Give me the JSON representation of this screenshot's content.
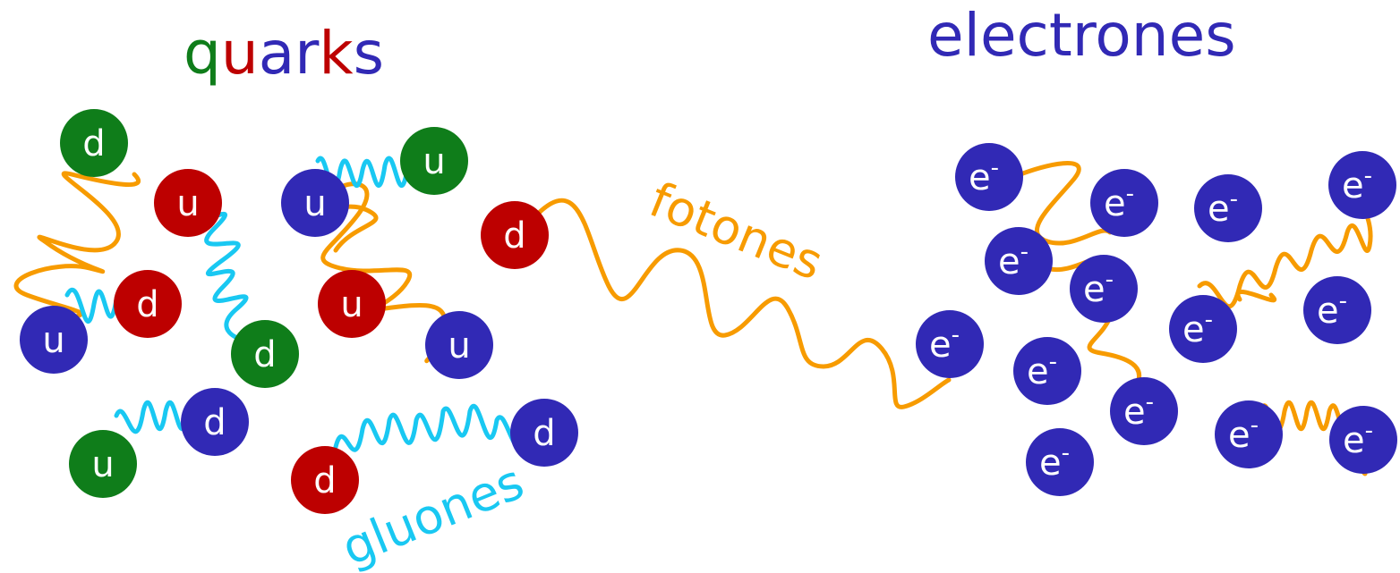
{
  "colors": {
    "green": "#0f7d1a",
    "red": "#bd0000",
    "blue": "#3129b5",
    "cyan": "#19c8f2",
    "orange": "#f79b00"
  },
  "titles": {
    "quarks_letters": [
      {
        "char": "q",
        "color": "green"
      },
      {
        "char": "u",
        "color": "red"
      },
      {
        "char": "a",
        "color": "blue"
      },
      {
        "char": "r",
        "color": "blue"
      },
      {
        "char": "k",
        "color": "red"
      },
      {
        "char": "s",
        "color": "blue"
      }
    ],
    "electrones": "electrones"
  },
  "labels": {
    "fotones": "fotones",
    "gluones": "gluones"
  },
  "particles": {
    "quarks": [
      {
        "label": "d",
        "color": "green"
      },
      {
        "label": "u",
        "color": "red"
      },
      {
        "label": "d",
        "color": "red"
      },
      {
        "label": "u",
        "color": "blue"
      },
      {
        "label": "d",
        "color": "green"
      },
      {
        "label": "d",
        "color": "blue"
      },
      {
        "label": "u",
        "color": "green"
      },
      {
        "label": "u",
        "color": "blue"
      },
      {
        "label": "u",
        "color": "green"
      },
      {
        "label": "d",
        "color": "red"
      },
      {
        "label": "u",
        "color": "red"
      },
      {
        "label": "u",
        "color": "blue"
      },
      {
        "label": "d",
        "color": "blue"
      },
      {
        "label": "d",
        "color": "red"
      }
    ],
    "electron": {
      "label": "e",
      "charge": "-"
    }
  }
}
